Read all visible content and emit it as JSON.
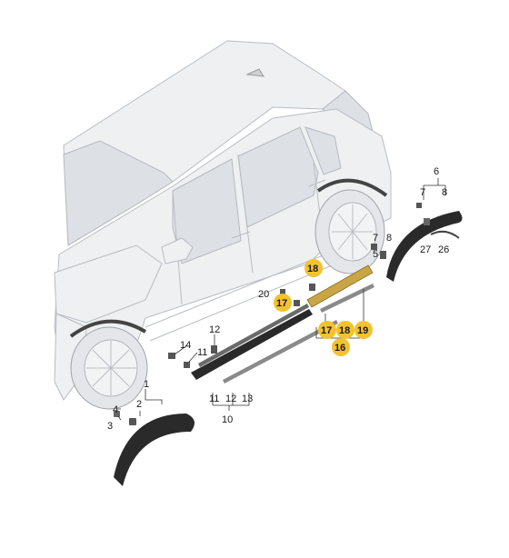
{
  "diagram": {
    "callouts": {
      "c1": "1",
      "c2": "2",
      "c3": "3",
      "c4": "4",
      "c5": "5",
      "c6": "6",
      "c7a": "7",
      "c7b": "7",
      "c8a": "8",
      "c8b": "8",
      "c10": "10",
      "c11a": "11",
      "c11b": "11",
      "c12a": "12",
      "c12b": "12",
      "c13": "13",
      "c14": "14",
      "c16": "16",
      "c17a": "17",
      "c17b": "17",
      "c18a": "18",
      "c18b": "18",
      "c19": "19",
      "c20": "20",
      "c26": "26",
      "c27": "27"
    },
    "highlight_color": "#f2c230",
    "part_dark": "#2a2a2a",
    "part_mid": "#8a8a8a",
    "trim_gold": "#c9a548"
  }
}
